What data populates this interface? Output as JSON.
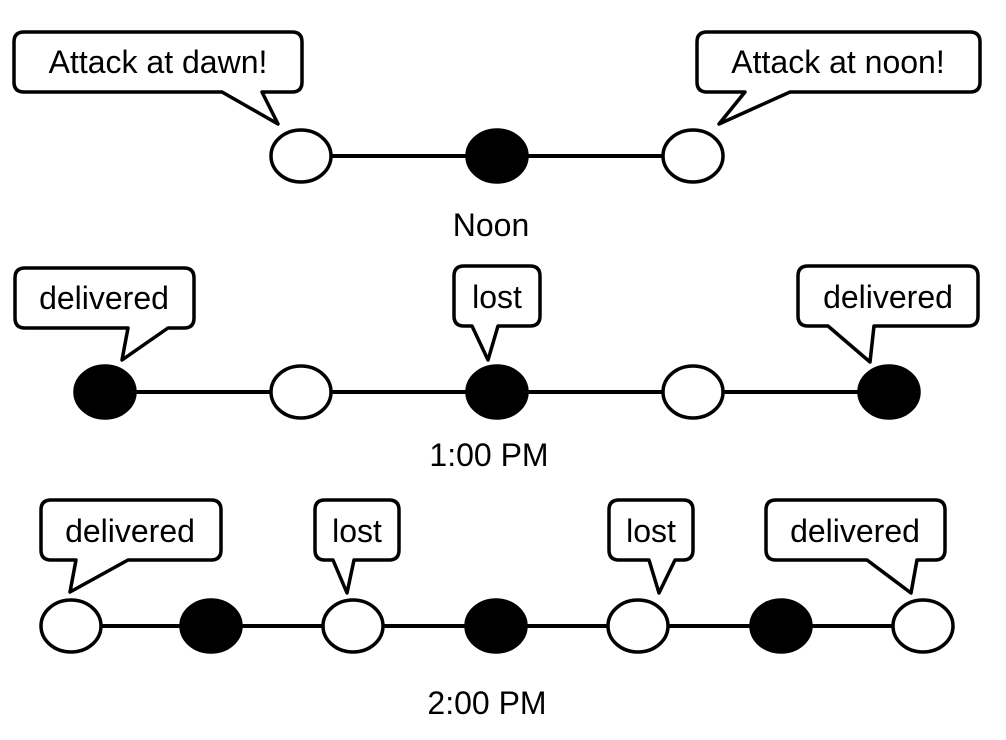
{
  "rows": [
    {
      "time_label": "Noon",
      "nodes": [
        "white",
        "black",
        "white"
      ],
      "bubbles": [
        {
          "text": "Attack at dawn!",
          "node": 0
        },
        {
          "text": "Attack at noon!",
          "node": 2
        }
      ]
    },
    {
      "time_label": "1:00 PM",
      "nodes": [
        "black",
        "white",
        "black",
        "white",
        "black"
      ],
      "bubbles": [
        {
          "text": "delivered",
          "node": 0
        },
        {
          "text": "lost",
          "node": 2
        },
        {
          "text": "delivered",
          "node": 4
        }
      ]
    },
    {
      "time_label": "2:00 PM",
      "nodes": [
        "white",
        "black",
        "white",
        "black",
        "white",
        "black",
        "white"
      ],
      "bubbles": [
        {
          "text": "delivered",
          "node": 0
        },
        {
          "text": "lost",
          "node": 2
        },
        {
          "text": "lost",
          "node": 4
        },
        {
          "text": "delivered",
          "node": 6
        }
      ]
    }
  ],
  "colors": {
    "filled_node": "#000000",
    "empty_node": "#ffffff",
    "line": "#000000"
  }
}
